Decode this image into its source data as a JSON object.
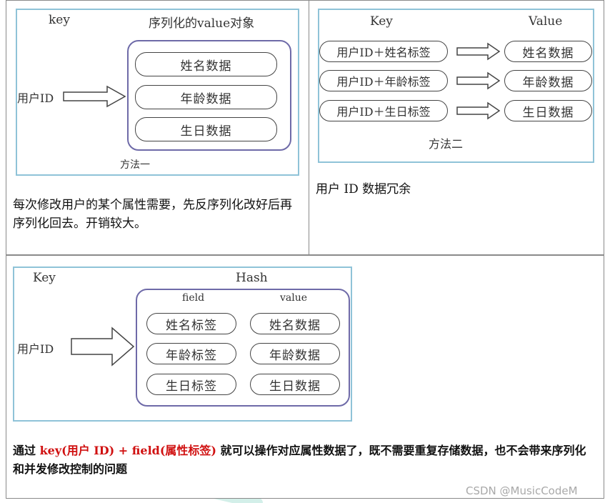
{
  "method1": {
    "key_label": "key",
    "value_label": "序列化的value对象",
    "id_label": "用户ID",
    "items": [
      "姓名数据",
      "年龄数据",
      "生日数据"
    ],
    "caption": "方法一",
    "desc": "每次修改用户的某个属性需要，先反序列化改好后再序列化回去。开销较大。"
  },
  "method2": {
    "key_label": "Key",
    "value_label": "Value",
    "keys": [
      "用户ID＋姓名标签",
      "用户ID＋年龄标签",
      "用户ID＋生日标签"
    ],
    "values": [
      "姓名数据",
      "年龄数据",
      "生日数据"
    ],
    "caption": "方法二",
    "desc": "用户 ID 数据冗余"
  },
  "method3": {
    "key_label": "Key",
    "hash_label": "Hash",
    "field_label": "field",
    "value_label": "value",
    "id_label": "用户ID",
    "fields": [
      "姓名标签",
      "年龄标签",
      "生日标签"
    ],
    "values": [
      "姓名数据",
      "年龄数据",
      "生日数据"
    ],
    "desc_prefix": "通过 ",
    "desc_highlight": "key(用户 ID) + field(属性标签)",
    "desc_suffix": " 就可以操作对应属性数据了，既不需要重复存储数据，也不会带来序列化和并发修改控制的问题"
  },
  "watermark": "CSDN @MusicCodeM"
}
